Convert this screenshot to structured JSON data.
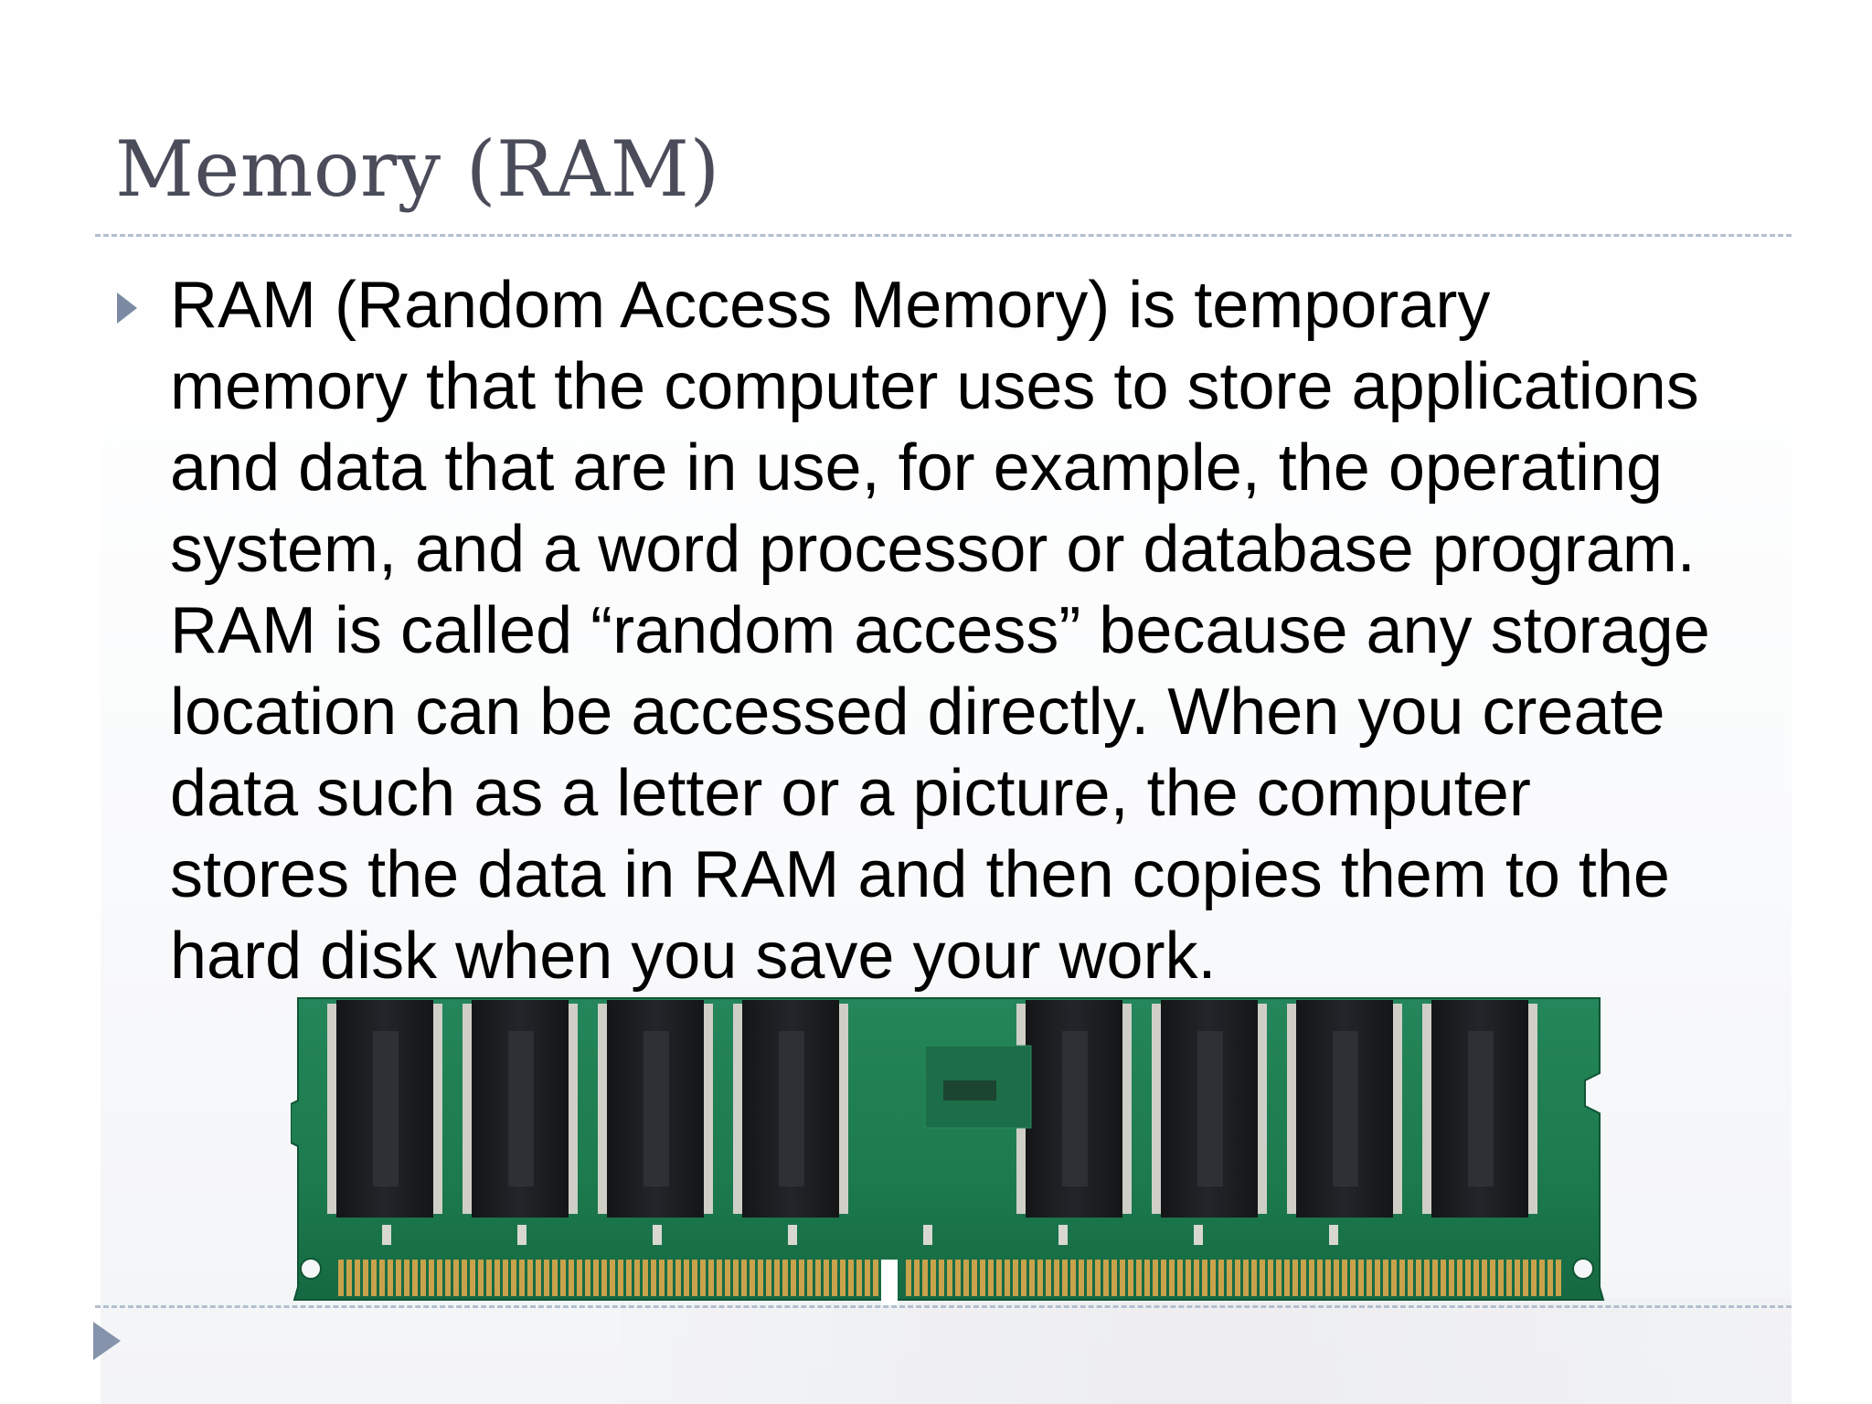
{
  "slide": {
    "title": "Memory (RAM)",
    "bullet_text": "RAM (Random Access Memory) is temporary\nmemory that the computer uses to store applications\nand data that are in use, for example, the operating\nsystem, and a word processor or database program.\nRAM is called “random access” because any storage\nlocation can be accessed directly. When you create\ndata such as a letter or a picture, the computer\nstores the data in RAM and then copies them to the\nhard disk when you save your work."
  },
  "image": {
    "subject": "RAM memory module photo"
  },
  "colors": {
    "title": "#4a4c5a",
    "rule": "#b2bfcf",
    "bullet": "#7b8aa2",
    "pcb": "#1f7a4f",
    "chip": "#1b1d1f",
    "gold": "#c9a24c"
  },
  "icons": {
    "bullet": "triangle-right-icon",
    "nav": "triangle-right-icon"
  }
}
